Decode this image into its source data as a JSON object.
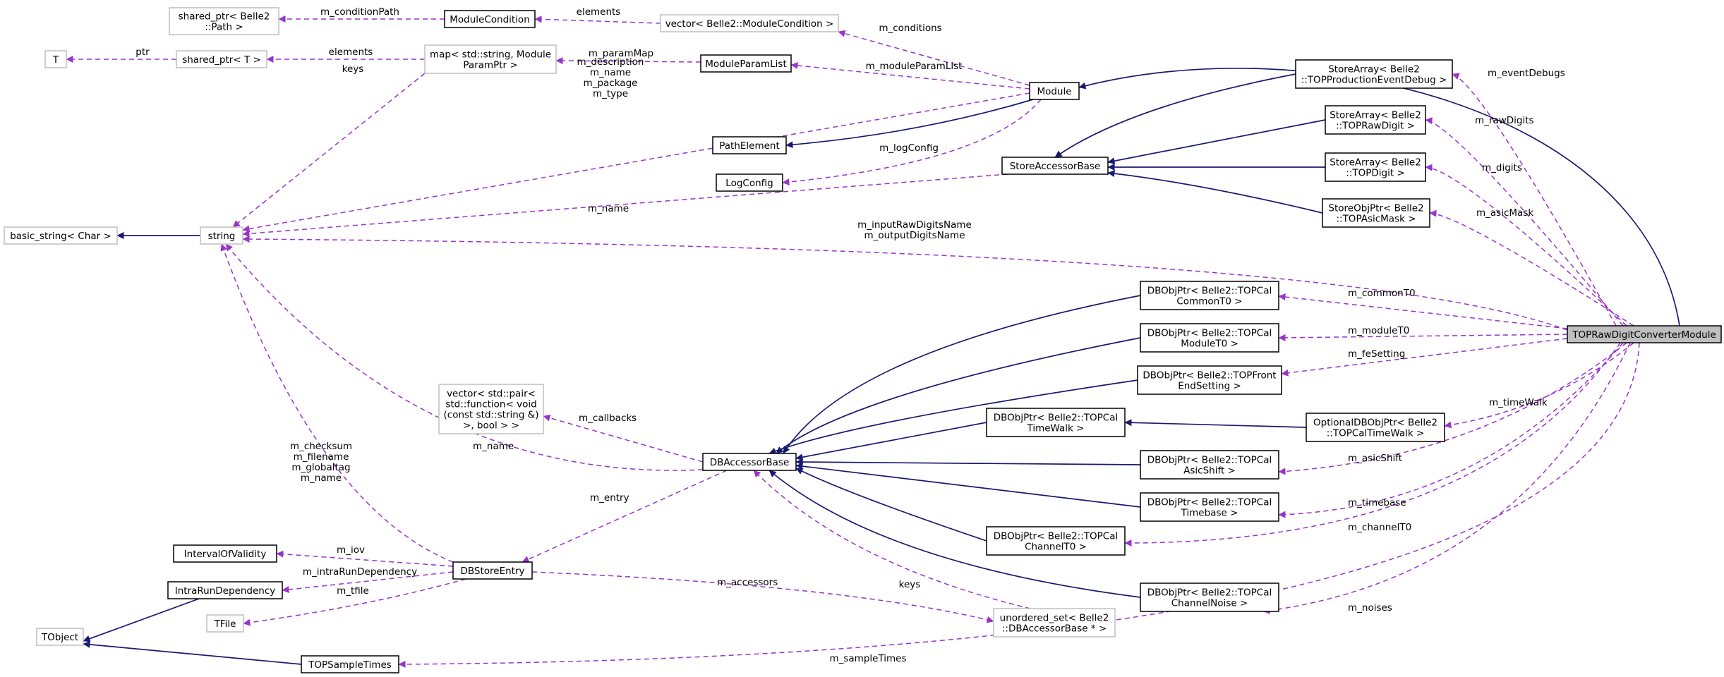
{
  "colors": {
    "inheritance": "#191970",
    "usage": "#9a32cd",
    "node_border": "#000000",
    "external_border": "#bfbfbf",
    "focus_fill": "#bfbfbf"
  },
  "nodes": {
    "shared_ptr_path": [
      "shared_ptr< Belle2",
      "::Path >"
    ],
    "module_condition": [
      "ModuleCondition"
    ],
    "vector_module_condition": [
      "vector< Belle2::ModuleCondition >"
    ],
    "t": [
      "T"
    ],
    "shared_ptr_t": [
      "shared_ptr< T >"
    ],
    "map_param": [
      "map< std::string, Module",
      "ParamPtr >"
    ],
    "module_param_list": [
      "ModuleParamList"
    ],
    "module": [
      "Module"
    ],
    "path_element": [
      "PathElement"
    ],
    "log_config": [
      "LogConfig"
    ],
    "basic_string": [
      "basic_string< Char >"
    ],
    "string": [
      "string"
    ],
    "store_accessor_base": [
      "StoreAccessorBase"
    ],
    "store_array_debug": [
      "StoreArray< Belle2",
      "::TOPProductionEventDebug >"
    ],
    "store_array_raw": [
      "StoreArray< Belle2",
      "::TOPRawDigit >"
    ],
    "store_array_digit": [
      "StoreArray< Belle2",
      "::TOPDigit >"
    ],
    "store_obj_asic": [
      "StoreObjPtr< Belle2",
      "::TOPAsicMask >"
    ],
    "db_common_t0": [
      "DBObjPtr< Belle2::TOPCal",
      "CommonT0 >"
    ],
    "db_module_t0": [
      "DBObjPtr< Belle2::TOPCal",
      "ModuleT0 >"
    ],
    "db_front_end": [
      "DBObjPtr< Belle2::TOPFront",
      "EndSetting >"
    ],
    "db_time_walk": [
      "DBObjPtr< Belle2::TOPCal",
      "TimeWalk >"
    ],
    "optional_time_walk": [
      "OptionalDBObjPtr< Belle2",
      "::TOPCalTimeWalk >"
    ],
    "db_asic_shift": [
      "DBObjPtr< Belle2::TOPCal",
      "AsicShift >"
    ],
    "db_timebase": [
      "DBObjPtr< Belle2::TOPCal",
      "Timebase >"
    ],
    "db_channel_t0": [
      "DBObjPtr< Belle2::TOPCal",
      "ChannelT0 >"
    ],
    "db_channel_noise": [
      "DBObjPtr< Belle2::TOPCal",
      "ChannelNoise >"
    ],
    "vector_pair": [
      "vector< std::pair<",
      "std::function< void",
      "(const std::string &)",
      ">, bool > >"
    ],
    "db_accessor_base": [
      "DBAccessorBase"
    ],
    "interval_of_validity": [
      "IntervalOfValidity"
    ],
    "intra_run_dependency": [
      "IntraRunDependency"
    ],
    "db_store_entry": [
      "DBStoreEntry"
    ],
    "tfile": [
      "TFile"
    ],
    "tobject": [
      "TObject"
    ],
    "top_sample_times": [
      "TOPSampleTimes"
    ],
    "unordered_set": [
      "unordered_set< Belle2",
      "::DBAccessorBase * >"
    ],
    "converter": [
      "TOPRawDigitConverterModule"
    ]
  },
  "edge_labels": {
    "m_conditionPath": [
      "m_conditionPath"
    ],
    "elements_1": [
      "elements"
    ],
    "ptr": [
      "ptr"
    ],
    "elements_2": [
      "elements"
    ],
    "keys_1": [
      "keys"
    ],
    "m_paramMap": [
      "m_paramMap"
    ],
    "m_conditions": [
      "m_conditions"
    ],
    "m_moduleParamList": [
      "m_moduleParamList"
    ],
    "m_description": [
      "m_description",
      "m_name",
      "m_package",
      "m_type"
    ],
    "m_logConfig": [
      "m_logConfig"
    ],
    "m_name_1": [
      "m_name"
    ],
    "m_inputRawDigitsName": [
      "m_inputRawDigitsName",
      "m_outputDigitsName"
    ],
    "m_eventDebugs": [
      "m_eventDebugs"
    ],
    "m_rawDigits": [
      "m_rawDigits"
    ],
    "m_digits": [
      "m_digits"
    ],
    "m_asicMask": [
      "m_asicMask"
    ],
    "m_commonT0": [
      "m_commonT0"
    ],
    "m_moduleT0": [
      "m_moduleT0"
    ],
    "m_feSetting": [
      "m_feSetting"
    ],
    "m_timeWalk": [
      "m_timeWalk"
    ],
    "m_asicShift": [
      "m_asicShift"
    ],
    "m_timebase": [
      "m_timebase"
    ],
    "m_channelT0": [
      "m_channelT0"
    ],
    "m_noises": [
      "m_noises"
    ],
    "m_callbacks": [
      "m_callbacks"
    ],
    "m_name_2": [
      "m_name"
    ],
    "m_checksum": [
      "m_checksum",
      "m_filename",
      "m_globaltag",
      "m_name"
    ],
    "m_entry": [
      "m_entry"
    ],
    "m_iov": [
      "m_iov"
    ],
    "m_intraRunDependency": [
      "m_intraRunDependency"
    ],
    "m_tfile": [
      "m_tfile"
    ],
    "m_accessors": [
      "m_accessors"
    ],
    "keys_2": [
      "keys"
    ],
    "m_sampleTimes": [
      "m_sampleTimes"
    ]
  }
}
